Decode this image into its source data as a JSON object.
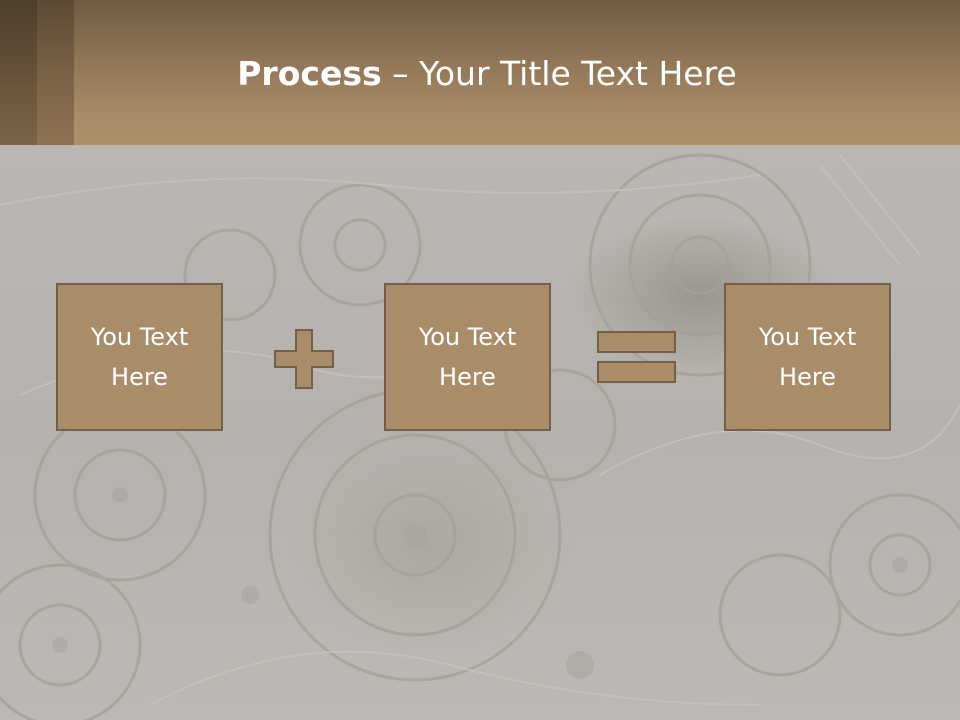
{
  "slide": {
    "title_bold": "Process",
    "title_rest": " – Your Title Text Here",
    "boxes": [
      {
        "text": "You Text Here"
      },
      {
        "text": "You Text Here"
      },
      {
        "text": "You Text Here"
      }
    ],
    "operators": [
      "plus-icon",
      "equals-icon"
    ]
  },
  "colors": {
    "header": "#a98b66",
    "box_fill": "#a98c68",
    "box_border": "#74604a",
    "text": "#ffffff",
    "background": "#b9b6b1"
  }
}
